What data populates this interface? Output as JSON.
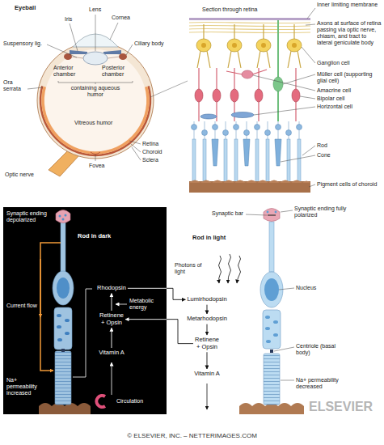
{
  "diagram": {
    "nodes": [
      {
        "text": [
          "Rod in dark"
        ]
      },
      {
        "text": [
          "Rhodopsin"
        ],
        "in": 0
      },
      {
        "text": [
          "Retinene + Opsin"
        ],
        "in": 0
      },
      {
        "text": [
          "Vitamin A"
        ],
        "in": 0
      },
      {
        "text": [
          "Lumirhodopsin"
        ]
      },
      {
        "text": [
          "Metarhodopsin"
        ]
      },
      {
        "text": [
          "Retinene + Opsin"
        ]
      },
      {
        "text": [
          "Vitamin A"
        ]
      }
    ],
    "edges": [
      {
        "from": 1,
        "to": 4,
        "arrow": "to"
      },
      {
        "from": 4,
        "to": 5,
        "arrow": "to"
      },
      {
        "from": 5,
        "to": 6,
        "arrow": "to"
      },
      {
        "from": 6,
        "to": 7,
        "arrow": "to"
      },
      {
        "from": 6,
        "to": 2,
        "arrow": "to"
      },
      {
        "from": 3,
        "to": 2,
        "arrow": "to"
      },
      {
        "from": 2,
        "to": 1,
        "arrow": "to"
      }
    ],
    "labels": [
      "Eyeball",
      "Iris",
      "Lens",
      "Cornea",
      "Suspensory lig.",
      "Ciliary body",
      "Anterior chamber",
      "Posterior chamber",
      "containing aqueous humor",
      "Ora serrata",
      "Vitreous humor",
      "Retina",
      "Choroid",
      "Sclera",
      "Fovea",
      "Optic nerve",
      "Section through retina",
      "Inner limiting membrane",
      "Axons at surface of retina passing via optic nerve, chiasm, and tract to lateral geniculate body",
      "Ganglion cell",
      "Müller cell (supporting glial cell)",
      "Amacrine cell",
      "Bipolar cell",
      "Horizontal cell",
      "Rod",
      "Cone",
      "Pigment cells of choroid",
      "Synaptic ending depolarized",
      "Current flow",
      "Na+ permeability increased",
      "Metabolic energy",
      "Circulation",
      "Photons of light",
      "Rod in light",
      "Synaptic bar",
      "Synaptic ending fully polarized",
      "Nucleus",
      "Centriole (basal body)",
      "Na+ permeability decreased",
      "ELSEVIER",
      "© ELSEVIER, INC. – NETTERIMAGES.COM"
    ]
  }
}
